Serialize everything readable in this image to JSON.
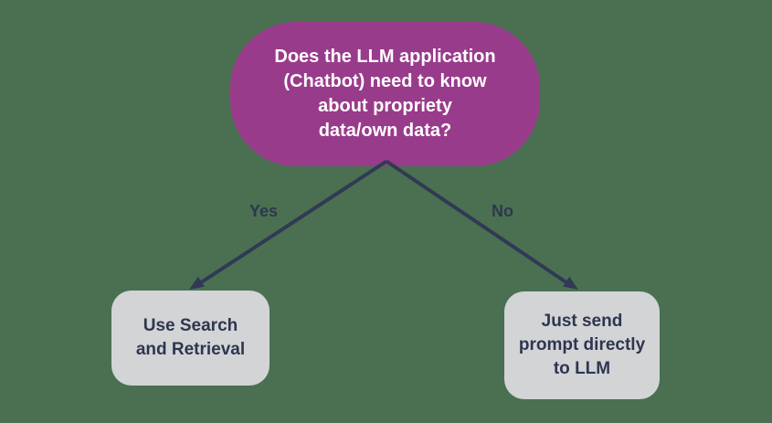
{
  "flowchart": {
    "question": {
      "full_text": "Does the LLM application (Chatbot) need to know about propriety data/own data?",
      "lines": [
        "Does the LLM application",
        "(Chatbot) need to know",
        "about propriety",
        "data/own data?"
      ]
    },
    "branches": [
      {
        "label": "Yes",
        "result_text": "Use Search and Retrieval",
        "result_lines": [
          "Use Search",
          "and Retrieval"
        ]
      },
      {
        "label": "No",
        "result_text": "Just send prompt directly to LLM",
        "result_lines": [
          "Just send",
          "prompt directly",
          "to LLM"
        ]
      }
    ],
    "colors": {
      "background": "#4A7051",
      "question_fill": "#993B8B",
      "question_text": "#FFFFFF",
      "result_fill": "#D3D4D6",
      "arrow": "#303A54",
      "label_text": "#2E3650"
    }
  }
}
